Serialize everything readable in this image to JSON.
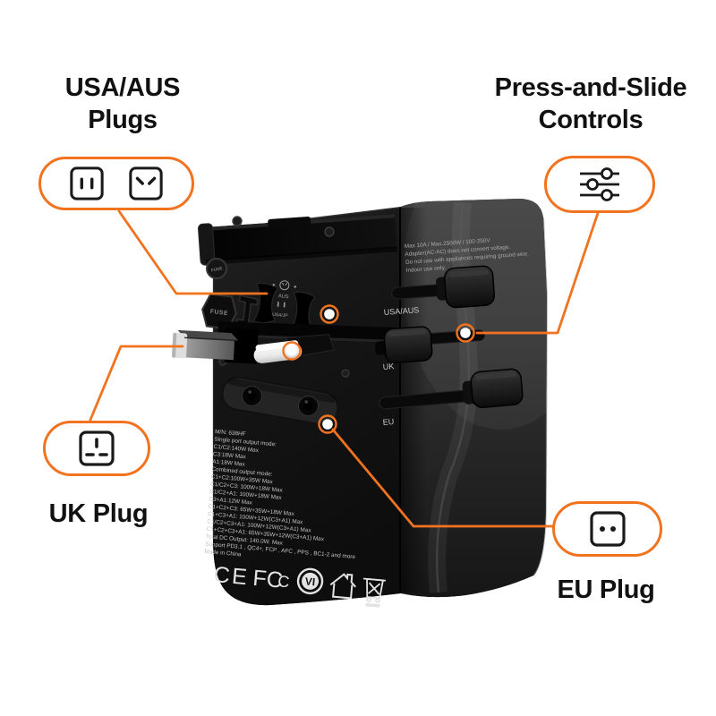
{
  "accent_color": "#F1731F",
  "background_color": "#ffffff",
  "callouts": {
    "usa_aus": {
      "line1": "USA/AUS",
      "line2": "Plugs"
    },
    "press_slide": {
      "line1": "Press-and-Slide",
      "line2": "Controls"
    },
    "uk": {
      "label": "UK Plug"
    },
    "eu": {
      "label": "EU Plug"
    }
  },
  "adapter": {
    "markings": {
      "aus": "AUS",
      "usa_jp": "USA/JP",
      "fuse_hex": "FUSE",
      "fuse_round": "FUSE"
    },
    "warning_lines": [
      "Max 10A / Max.2500W / 100-250V",
      "Adapter(AC-AC) does not convert voltage.",
      "Do not use with appliances requiring ground wire.",
      "Indoor use only."
    ],
    "slider_labels": {
      "usa_aus": "USA/AUS",
      "uk": "UK",
      "eu": "EU"
    },
    "spec_lines": [
      "M/N: 638HF",
      "Single port output mode:",
      "C1/C2:140W Max",
      "C3:18W Max",
      "A1:18W Max",
      "Combined output mode:",
      "C1+C2:100W+35W Max",
      "C1/C2+C3: 100W+18W Max",
      "C1/C2+A1: 100W+18W Max",
      "C3+A1:12W Max",
      "C1+C2+C3: 65W+35W+18W Max",
      "C1+C3+A1: 100W+12W(C3+A1) Max",
      "C1/C2+C3+A1: 100W+12W(C3+A1) Max",
      "C1+C2+C3+A1: 65W+35W+12W(C3+A1) Max",
      "Total DC Output: 140.0W. Max",
      "Support PD3.1 , QC4+, FCP , AFC , PPS , BC1-2 and more",
      "Made in China"
    ],
    "certs": {
      "ce": "CE",
      "fcc": "FC",
      "fcc_inner": "C",
      "vi": "VI"
    }
  }
}
